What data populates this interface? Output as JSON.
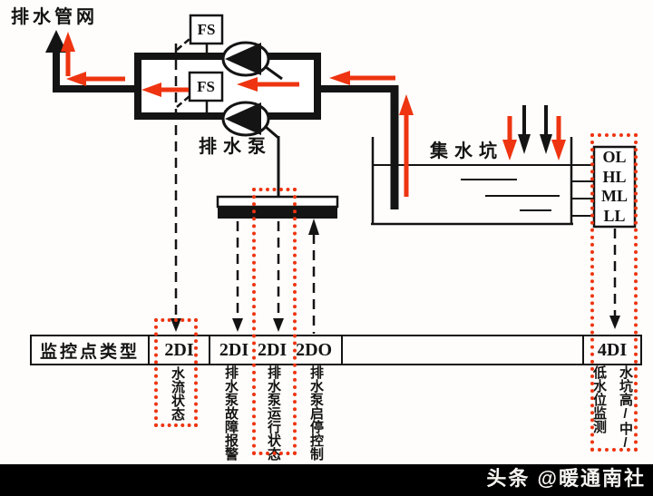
{
  "network_label": "排水管网",
  "pump_label": "排水泵",
  "flow_switch_label": "FS",
  "sump": {
    "label": "集水坑",
    "levels": [
      "OL",
      "HL",
      "ML",
      "LL"
    ]
  },
  "table": {
    "header": "监控点类型",
    "cells": [
      "2DI",
      "2DI",
      "2DI",
      "2DO",
      "4DI"
    ]
  },
  "signals": {
    "water_flow": "水流状态",
    "fault_alarm": "排水泵故障报警",
    "run_status": "排水泵运行状态",
    "start_stop": "排水泵启停控制",
    "level_col_right": "水坑高/中/",
    "level_col_left": "低水位监测"
  },
  "watermark": "头条 @暖通南社",
  "colors": {
    "red": "#ee3410",
    "ink": "#141414"
  }
}
